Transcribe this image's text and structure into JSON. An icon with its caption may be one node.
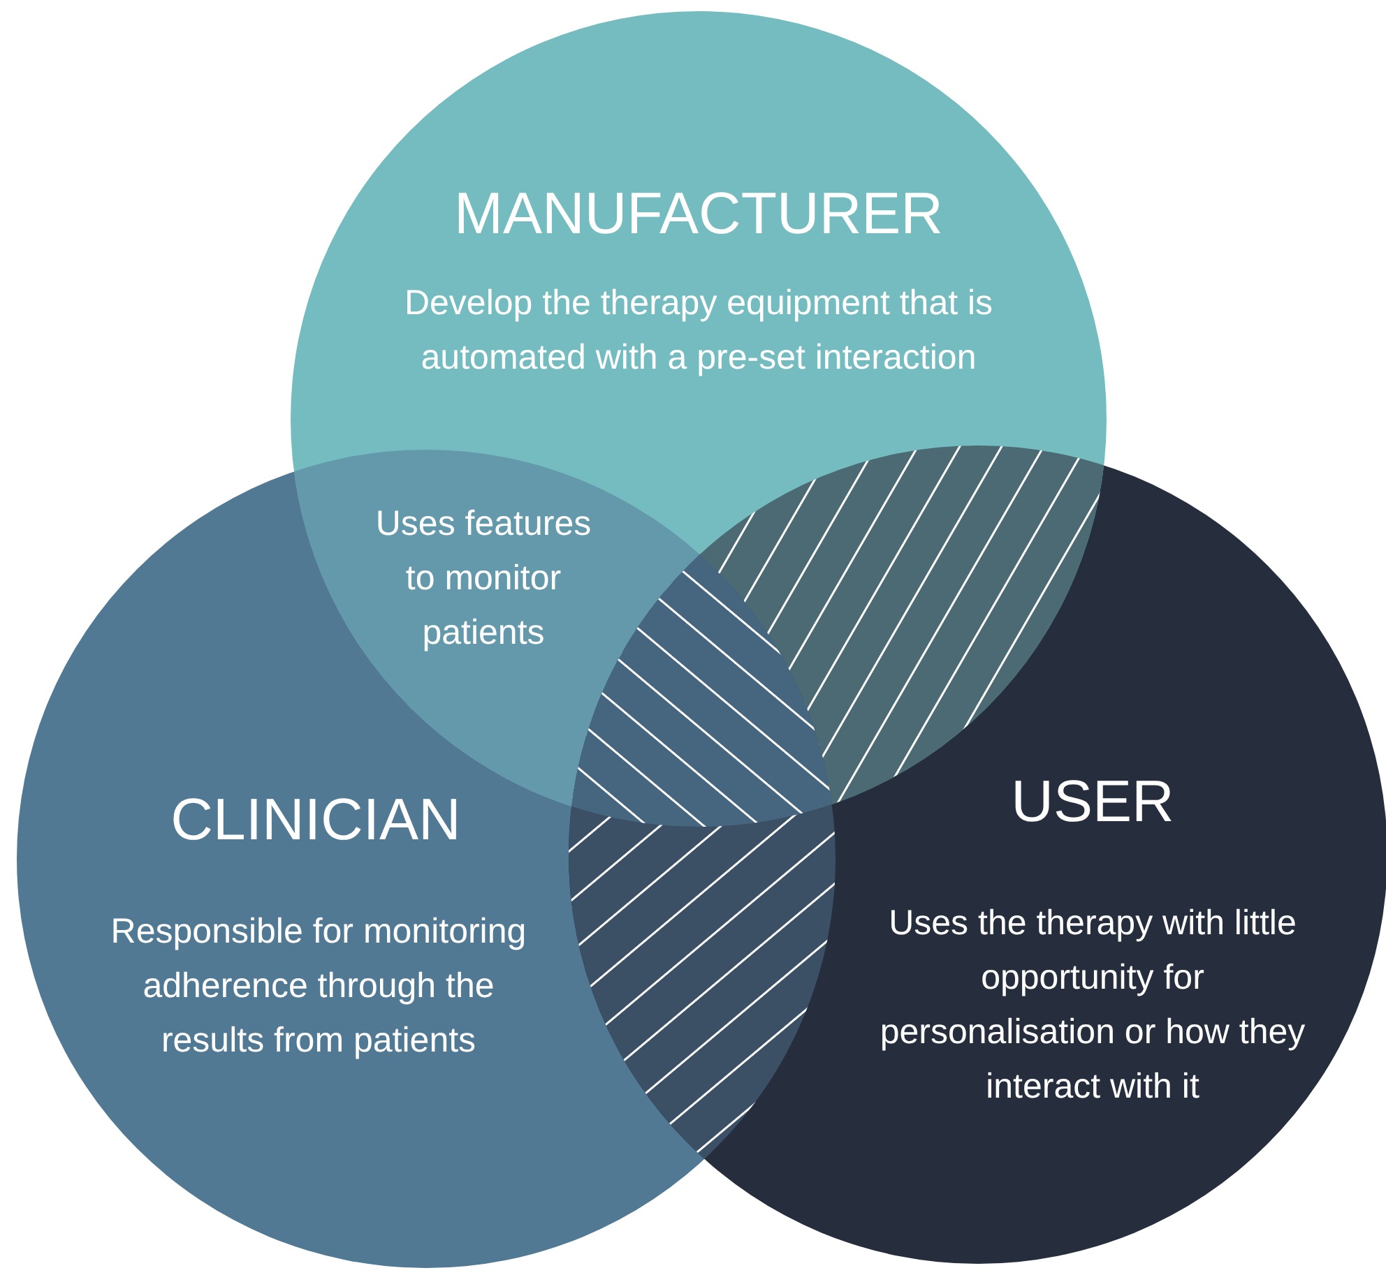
{
  "diagram": {
    "nodes": [
      {
        "text": [
          "MANUFACTURER",
          "Develop the therapy equipment that is automated with a pre-set interaction"
        ]
      },
      {
        "text": [
          "Uses features to monitor patients"
        ]
      },
      {
        "text": [
          "CLINICIAN",
          "Responsible for monitoring adherence through the results from patients"
        ]
      },
      {
        "text": [
          "USER",
          "Uses the therapy with little opportunity for personalisation or how they interact with it"
        ]
      }
    ],
    "edges": []
  }
}
